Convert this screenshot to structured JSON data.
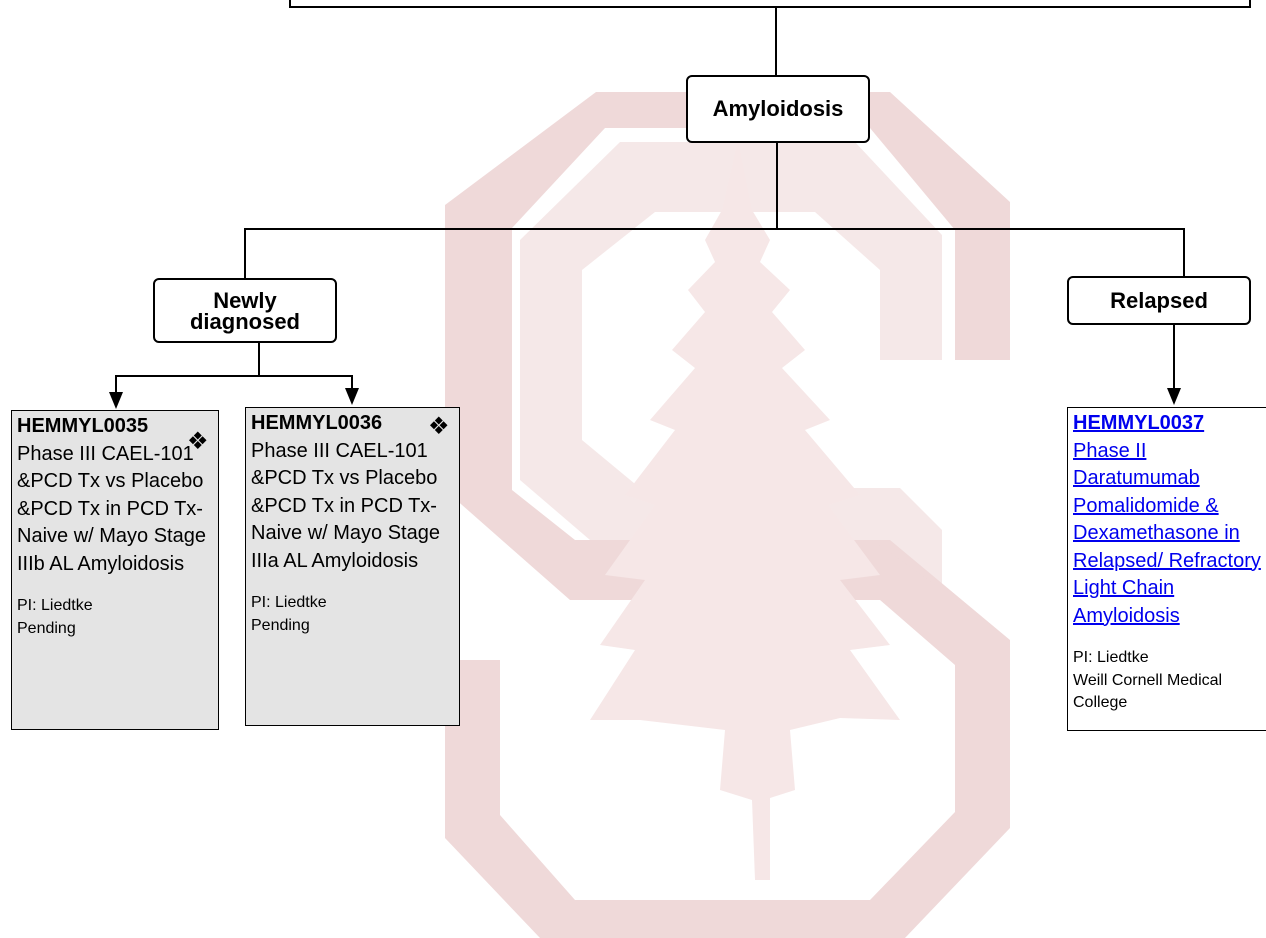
{
  "nodes": {
    "root": "Amyloidosis",
    "newly": "Newly\ndiagnosed",
    "relapsed": "Relapsed"
  },
  "trials": [
    {
      "id": "HEMMYL0035",
      "desc": "Phase III CAEL-101 &PCD Tx vs Placebo &PCD Tx in PCD Tx-Naive w/ Mayo Stage IIIb AL Amyloidosis",
      "pi": "PI: Liedtke",
      "status": "Pending",
      "marker": "❖"
    },
    {
      "id": "HEMMYL0036",
      "desc": "Phase III CAEL-101 &PCD Tx vs Placebo &PCD Tx in PCD Tx-Naive w/ Mayo Stage IIIa AL Amyloidosis",
      "pi": "PI: Liedtke",
      "status": "Pending",
      "marker": "❖"
    },
    {
      "id": "HEMMYL0037",
      "desc": "Phase II Daratumumab Pomalidomide & Dexamethasone in Relapsed/ Refractory Light Chain Amyloidosis",
      "pi": "PI: Liedtke",
      "status": "Weill Cornell Medical College"
    }
  ],
  "colors": {
    "watermark": "#efd9d9",
    "trial_fill": "#e4e4e4",
    "link": "#0000ee"
  }
}
